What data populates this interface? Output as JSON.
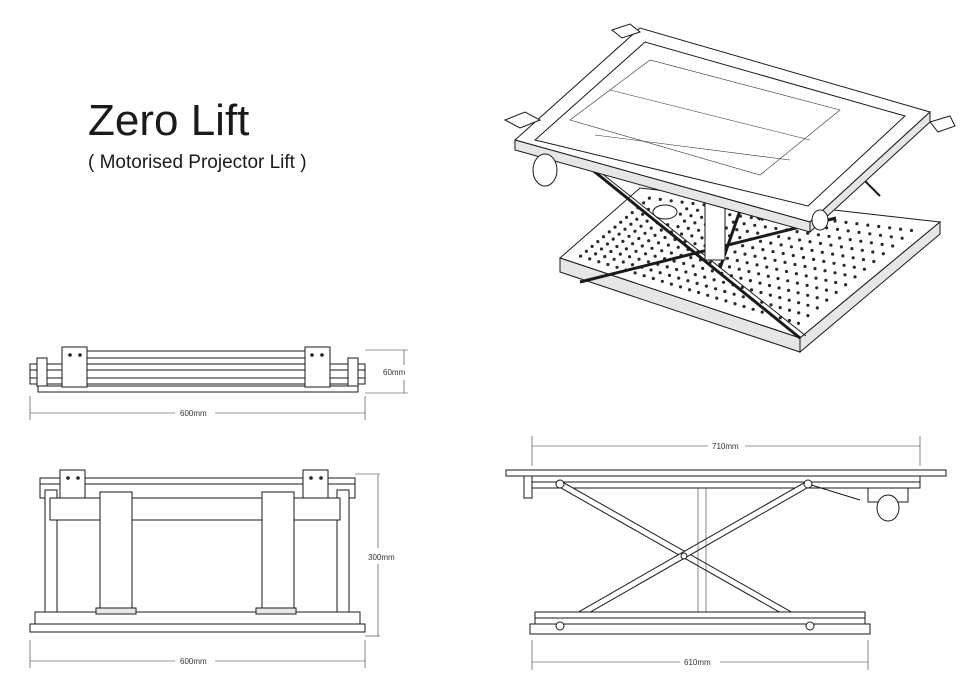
{
  "header": {
    "title": "Zero Lift",
    "subtitle": "( Motorised Projector Lift )"
  },
  "dimensions": {
    "top_view_height": "60mm",
    "top_view_width": "600mm",
    "front_view_height": "300mm",
    "front_view_width": "600mm",
    "side_view_top_width": "710mm",
    "side_view_bottom_width": "610mm"
  }
}
